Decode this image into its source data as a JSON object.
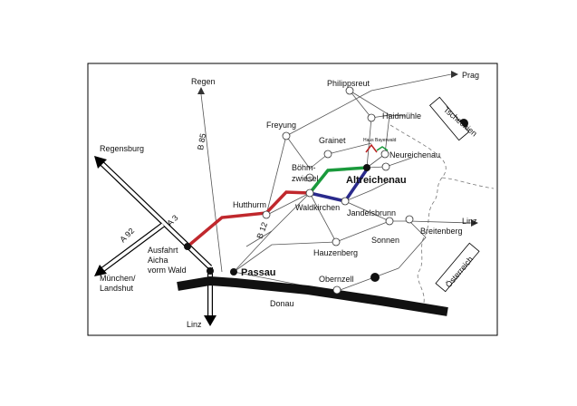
{
  "labels": {
    "regen": "Regen",
    "b85": "B 85",
    "freyung": "Freyung",
    "philippsreut": "Philippsreut",
    "prag": "Prag",
    "haidmuehle": "Haidmühle",
    "tschechien": "Tschechien",
    "grainet": "Grainet",
    "haus_bayerwald": "Haus Bayerwald",
    "neureichenau": "Neureichenau",
    "regensburg": "Regensburg",
    "boehm": "Böhm-",
    "zwiesel": "zwiesel",
    "altreichenau": "Altreichenau",
    "hutthurm": "Hutthurm",
    "waldkirchen": "Waldkirchen",
    "jandelsbrunn": "Jandelsbrunn",
    "a3": "A 3",
    "a92": "A 92",
    "b12": "B 12",
    "linz_east": "Linz",
    "breitenberg": "Breitenberg",
    "sonnen": "Sonnen",
    "hauzenberg": "Hauzenberg",
    "ausfahrt1": "Ausfahrt",
    "ausfahrt2": "Aicha",
    "ausfahrt3": "vorm Wald",
    "muenchen1": "München/",
    "muenchen2": "Landshut",
    "passau": "Passau",
    "obernzell": "Obernzell",
    "oesterreich": "Österreich",
    "donau": "Donau",
    "linz_south": "Linz"
  },
  "colors": {
    "route_red": "#c0282d",
    "route_green": "#1a9a3c",
    "route_blue": "#2a2a8c",
    "river": "#111111"
  }
}
